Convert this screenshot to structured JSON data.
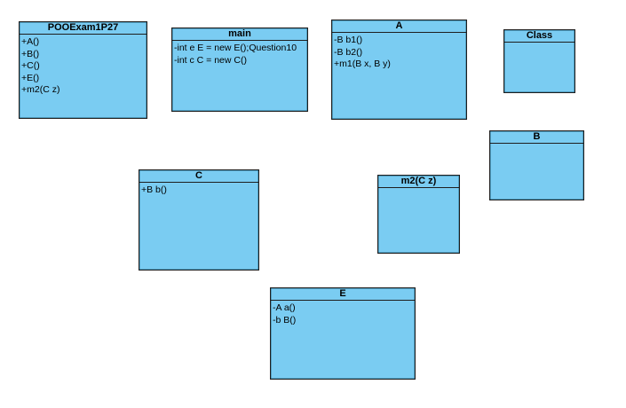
{
  "classes": {
    "pooexam": {
      "name": "POOExam1P27",
      "members": [
        "+A()",
        "+B()",
        "+C()",
        "+E()",
        "+m2(C z)"
      ]
    },
    "main": {
      "name": "main",
      "members": [
        "-int e E = new E();Question10",
        "-int c C = new C()"
      ]
    },
    "a": {
      "name": "A",
      "members": [
        "-B b1()",
        "-B b2()",
        "+m1(B x, B y)"
      ]
    },
    "class": {
      "name": "Class",
      "members": []
    },
    "b": {
      "name": "B",
      "members": []
    },
    "c": {
      "name": "C",
      "members": [
        "+B b()"
      ]
    },
    "m2": {
      "name": "m2(C z)",
      "members": []
    },
    "e": {
      "name": "E",
      "members": [
        "-A a()",
        "-b B()"
      ]
    }
  },
  "colors": {
    "class_fill": "#7accf2",
    "border": "#1e1e1e",
    "text": "#000000",
    "background": "#ffffff"
  }
}
